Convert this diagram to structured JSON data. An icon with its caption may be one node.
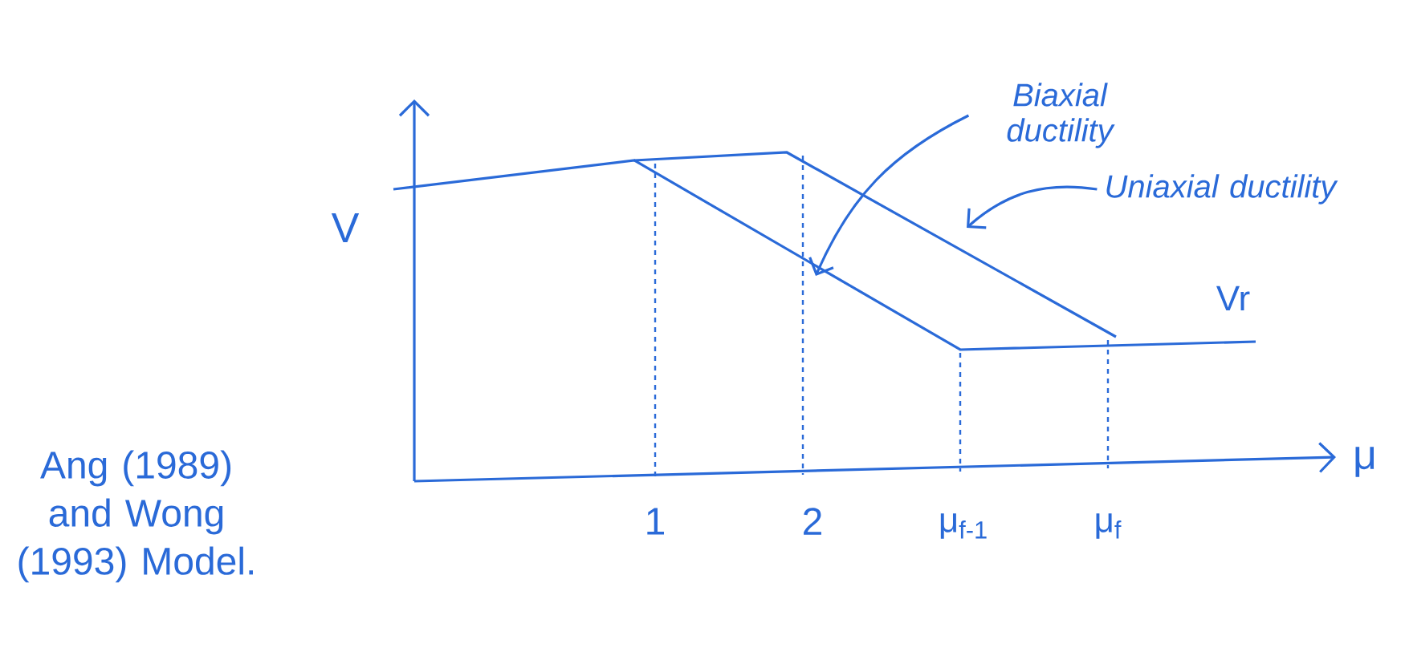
{
  "diagram": {
    "nodes": [
      {
        "text": [
          "Biaxial ductility"
        ]
      },
      {
        "text": [
          "Uniaxial ductility"
        ]
      }
    ],
    "edges": [
      {
        "from": 0,
        "to": null,
        "arrow": "to"
      },
      {
        "from": 1,
        "to": null,
        "arrow": "to"
      }
    ],
    "labels": [
      "V",
      "Vr",
      "Ang (1989) and Wong (1993) Model.",
      "1",
      "2",
      "μ$_{f-1}$",
      "μ$_{f}$",
      "μ"
    ]
  }
}
